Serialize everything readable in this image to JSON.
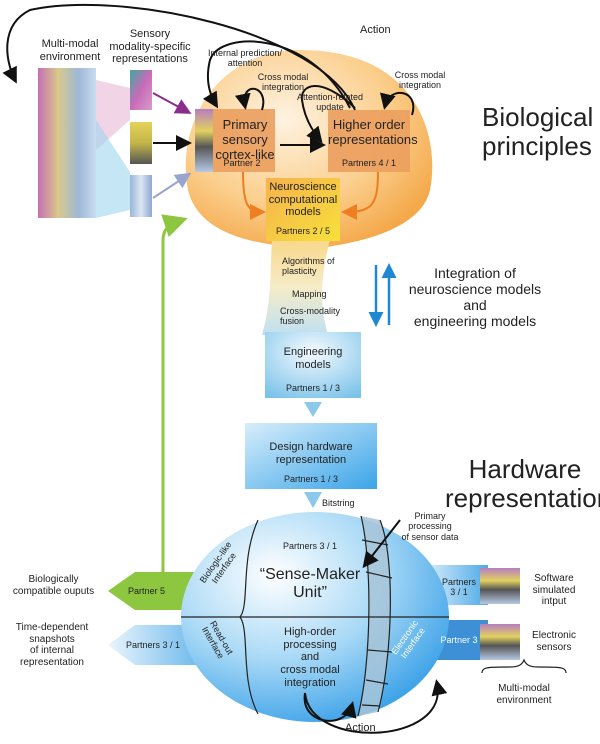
{
  "colors": {
    "bio_bulb": "#f6b45a",
    "bio_bulb_light": "#fde9c8",
    "bio_box": "#eb9e5e",
    "neuro_box": "#f5c53a",
    "engineering_box": "#8cc8ea",
    "hardware_box": "#5fb6ec",
    "sphere": "#6bbdf0",
    "green_accent": "#8dc63f",
    "purple_arrow": "#8b2d8b",
    "lavender_arrow": "#9aa4d0",
    "blue_arrow": "#1e88d2",
    "orange_arrow": "#ef7d22"
  },
  "headings": {
    "biological": "Biological\nprinciples",
    "hardware": "Hardware\nrepresentation",
    "integration": "Integration of\nneuroscience models\nand\nengineering models"
  },
  "top": {
    "action": "Action",
    "multimodal_env": "Multi-modal\nenvironment",
    "sensory_reps": "Sensory\nmodality-specific\nrepresentations",
    "internal_prediction": "Internal prediction/\nattention",
    "cross_modal_1": "Cross modal\nintegration",
    "attention_update": "Attention-related\nupdate",
    "cross_modal_2": "Cross modal\nintegration"
  },
  "boxes": {
    "primary": {
      "title": "Primary sensory\ncortex-like",
      "partners": "Partner 2"
    },
    "higher": {
      "title": "Higher order\nrepresentations",
      "partners": "Partners 4 / 1"
    },
    "neuro": {
      "title": "Neuroscience\ncomputational\nmodels",
      "partners": "Partners 2 / 5"
    },
    "engineering": {
      "title": "Engineering\nmodels",
      "partners": "Partners 1 / 3"
    },
    "design": {
      "title": "Design hardware\nrepresentation",
      "partners": "Partners 1 / 3"
    }
  },
  "neck": {
    "algorithms": "Algorithms of\nplasticity",
    "mapping": "Mapping",
    "fusion": "Cross-modality\nfusion"
  },
  "hardware": {
    "bitstring": "Bitstring",
    "primary_processing": "Primary\nprocessing\nof sensor data",
    "unit_partners": "Partners 3 / 1",
    "unit_title": "“Sense-Maker\nUnit”",
    "high_order": "High-order\nprocessing\nand\ncross modal\nintegration",
    "bio_interface": "Biologic-like\nInterface",
    "readout_interface": "Read-out\nInterface",
    "electronic_interface": "Electronic\nInterface",
    "action": "Action"
  },
  "outputs": {
    "bio_outputs": "Biologically\ncompatible ouputs",
    "bio_partner": "Partner 5",
    "snapshots": "Time-dependent\nsnapshots\nof internal\nrepresentation",
    "snapshot_partner": "Partners 3 / 1"
  },
  "inputs": {
    "software_partner": "Partners\n3 / 1",
    "software_label": "Software\nsimulated\nintput",
    "sensors_partner": "Partner 3",
    "sensors_label": "Electronic\nsensors",
    "env_label": "Multi-modal\nenvironment"
  }
}
